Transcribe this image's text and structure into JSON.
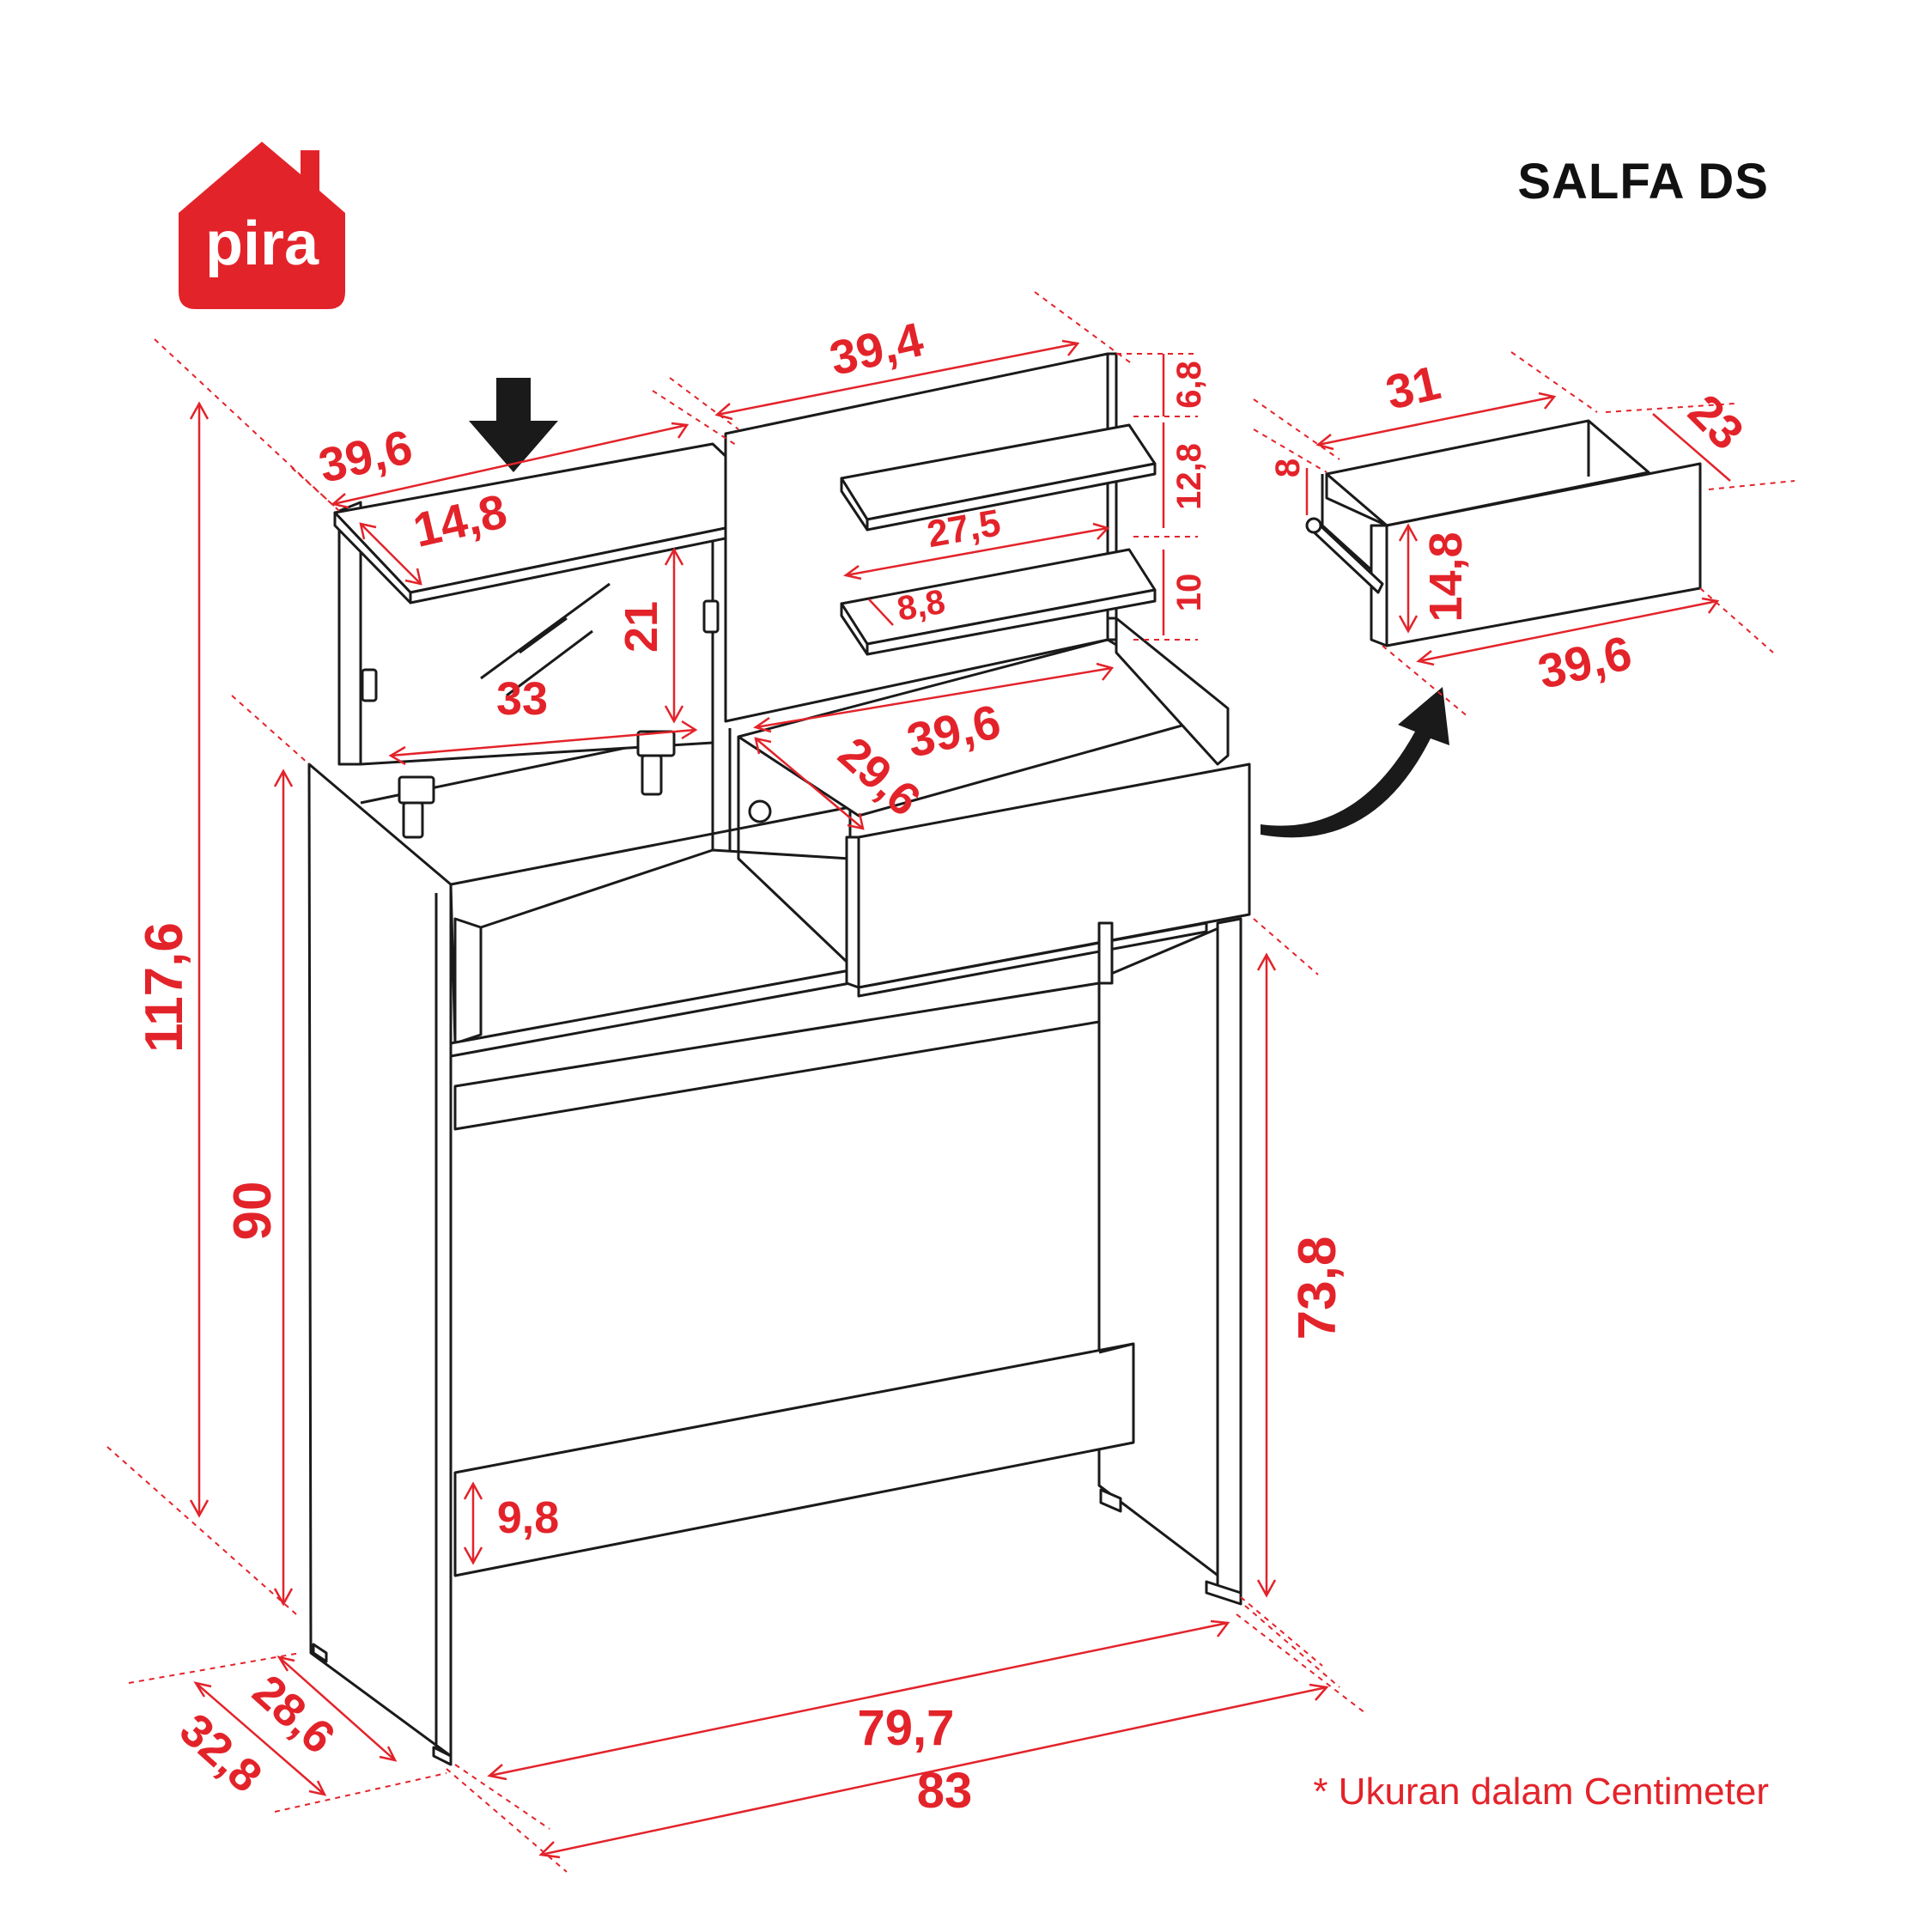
{
  "brand": {
    "name": "pira",
    "color": "#e3232a"
  },
  "product": {
    "title": "SALFA DS"
  },
  "note": "* Ukuran dalam Centimeter",
  "colors": {
    "dimension": "#e3232a",
    "outline": "#1a1a1a",
    "background": "#ffffff"
  },
  "dimensions": {
    "total_height": "117,6",
    "body_height": "90",
    "leg_height": "73,8",
    "inner_width": "79,7",
    "total_width": "83",
    "inner_depth": "28,6",
    "total_depth": "32,8",
    "lid_width": "39,6",
    "lid_depth": "14,8",
    "mirror_width": "33",
    "mirror_height": "21",
    "back_panel_width": "39,4",
    "shelf_width": "27,5",
    "shelf_depth": "8,8",
    "top_gap": "6,8",
    "shelf_gap": "12,8",
    "lower_gap": "10",
    "drawer_section_width": "39,6",
    "drawer_section_depth": "29,6",
    "stretcher_height": "9,8",
    "drawer_inner_width": "31",
    "drawer_depth": "23",
    "drawer_side_height": "8",
    "drawer_front_height": "14,8",
    "drawer_front_width": "39,6"
  }
}
